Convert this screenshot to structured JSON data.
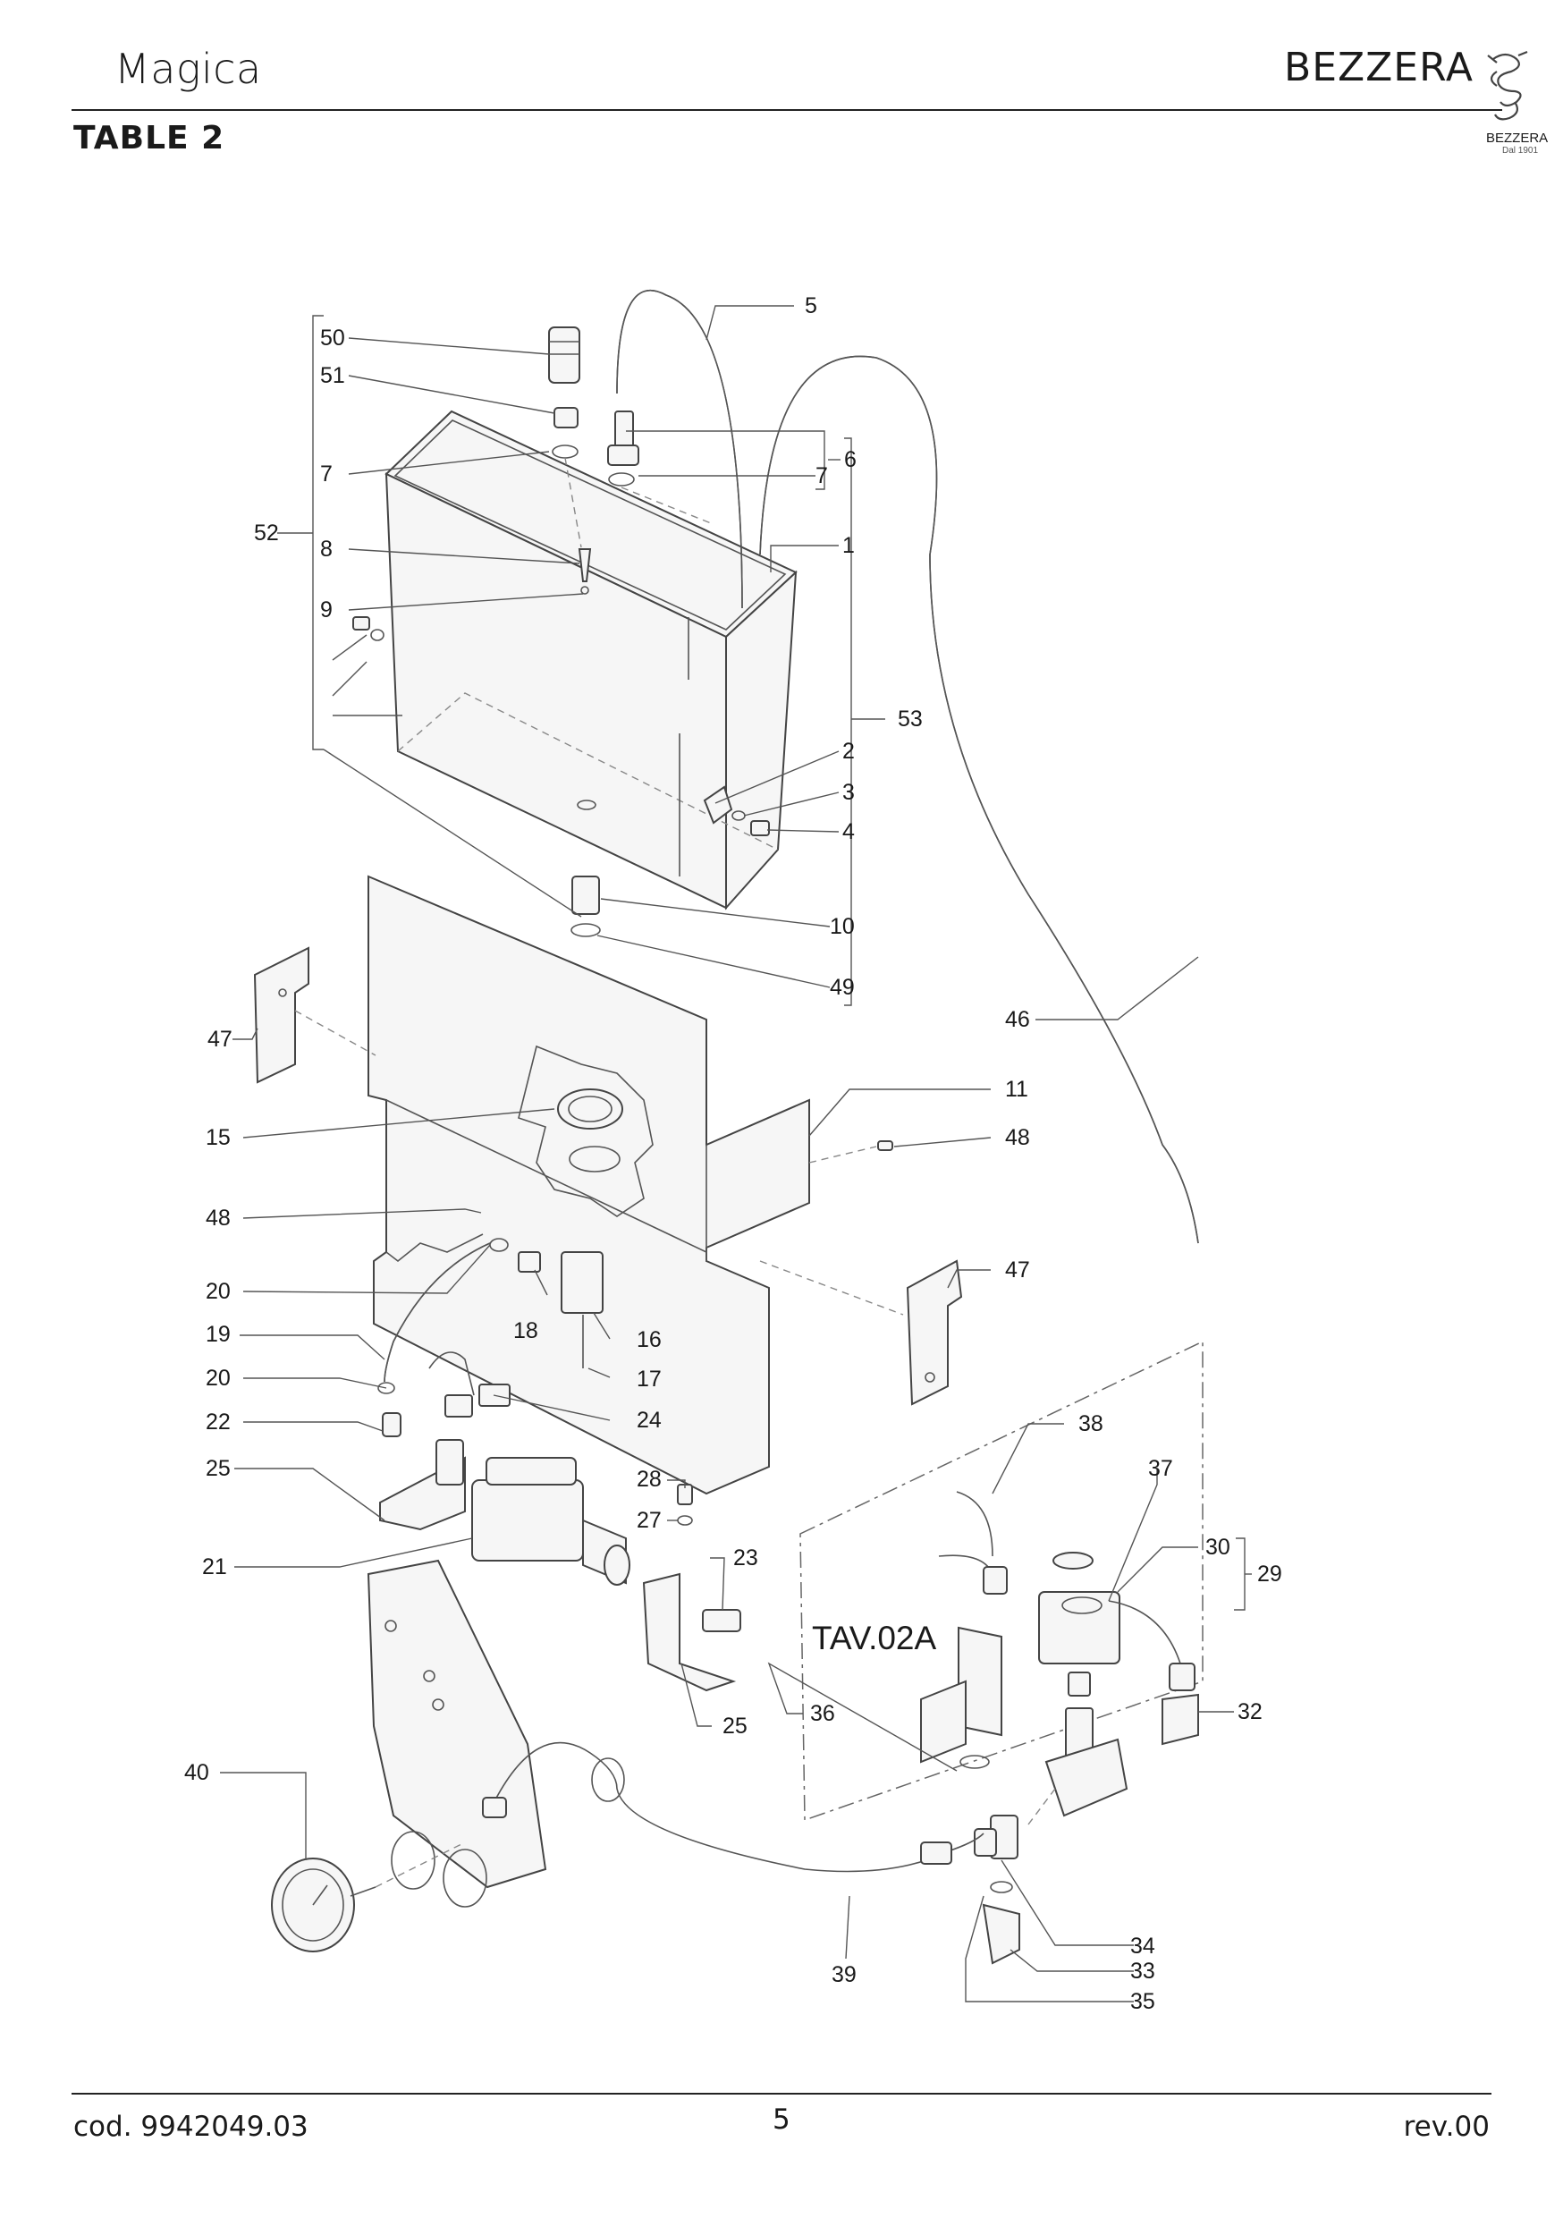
{
  "header": {
    "title": "Magica",
    "brand": "BEZZERA",
    "brand_logo_text": "BEZZERA",
    "brand_logo_sub": "Dal 1901",
    "table_title": "TABLE 2"
  },
  "footer": {
    "code": "cod. 9942049.03",
    "page": "5",
    "revision": "rev.00"
  },
  "diagram": {
    "assembly_code": "TAV.02A",
    "callouts": [
      "50",
      "51",
      "7",
      "52",
      "8",
      "9",
      "5",
      "6",
      "7",
      "1",
      "53",
      "2",
      "3",
      "4",
      "10",
      "49",
      "47",
      "46",
      "11",
      "15",
      "48",
      "48",
      "20",
      "19",
      "20",
      "22",
      "18",
      "16",
      "17",
      "24",
      "47",
      "25",
      "21",
      "28",
      "27",
      "23",
      "25",
      "36",
      "38",
      "37",
      "30",
      "29",
      "32",
      "40",
      "39",
      "34",
      "33",
      "35"
    ]
  }
}
